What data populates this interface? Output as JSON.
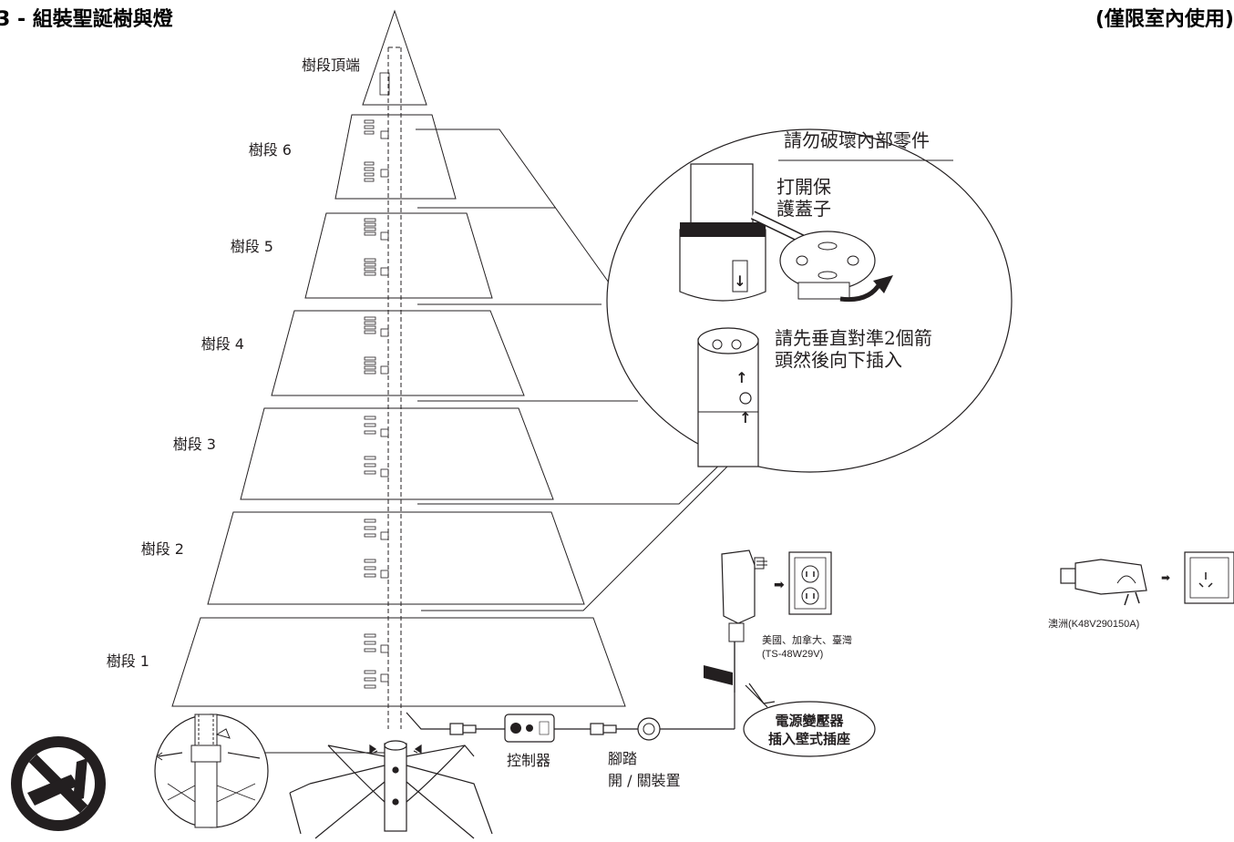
{
  "header": {
    "title": "3 - 組裝聖誕樹與燈",
    "note": "(僅限室內使用)"
  },
  "tree": {
    "segments": [
      {
        "id": "top",
        "label": "樹段頂端"
      },
      {
        "id": "6",
        "label": "樹段 6"
      },
      {
        "id": "5",
        "label": "樹段 5"
      },
      {
        "id": "4",
        "label": "樹段 4"
      },
      {
        "id": "3",
        "label": "樹段 3"
      },
      {
        "id": "2",
        "label": "樹段 2"
      },
      {
        "id": "1",
        "label": "樹段 1"
      }
    ]
  },
  "detail": {
    "warning": "請勿破壞內部零件",
    "open_cap_line1": "打開保",
    "open_cap_line2": "護蓋子",
    "align_line1": "請先垂直對準2個箭",
    "align_line2": "頭然後向下插入"
  },
  "power": {
    "controller": "控制器",
    "footswitch_line1": "腳踏",
    "footswitch_line2": "開 / 關裝置",
    "adapter_line1": "電源變壓器",
    "adapter_line2": "插入壁式插座",
    "us_label": "美國、加拿大、臺灣",
    "us_model": "(TS-48W29V)",
    "au_label": "澳洲(K48V290150A)"
  },
  "icons": {
    "no_tool": "no-tool-icon"
  }
}
